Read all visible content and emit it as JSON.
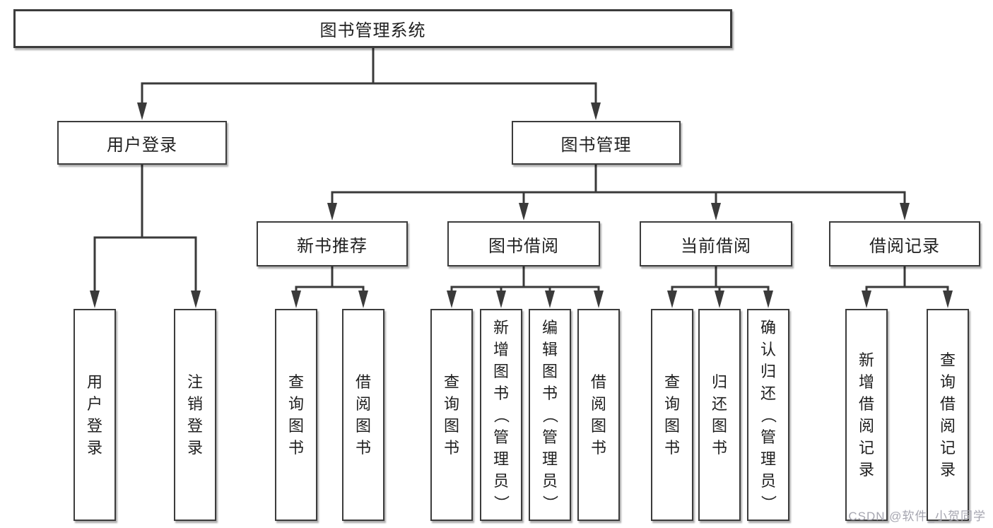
{
  "nodes": {
    "root": {
      "label": "图书管理系统"
    },
    "level2": [
      {
        "label": "用户登录"
      },
      {
        "label": "图书管理"
      }
    ],
    "level3": [
      {
        "label": "新书推荐"
      },
      {
        "label": "图书借阅"
      },
      {
        "label": "当前借阅"
      },
      {
        "label": "借阅记录"
      }
    ],
    "leaves": [
      {
        "label": "用户登录"
      },
      {
        "label": "注销登录"
      },
      {
        "label": "查询图书"
      },
      {
        "label": "借阅图书"
      },
      {
        "label": "查询图书"
      },
      {
        "label": "新增图书（管理员）"
      },
      {
        "label": "编辑图书（管理员）"
      },
      {
        "label": "借阅图书"
      },
      {
        "label": "查询图书"
      },
      {
        "label": "归还图书"
      },
      {
        "label": "确认归还（管理员）"
      },
      {
        "label": "新增借阅记录"
      },
      {
        "label": "查询借阅记录"
      }
    ]
  },
  "watermark": {
    "text": "CSDN @软件_小贺同学"
  },
  "colors": {
    "line": "#3a3a3a",
    "border": "#3c3c3c",
    "box_fill": "#ffffff",
    "text": "#1f1f1f",
    "watermark": "#a6a6b0",
    "background": "#ffffff"
  }
}
